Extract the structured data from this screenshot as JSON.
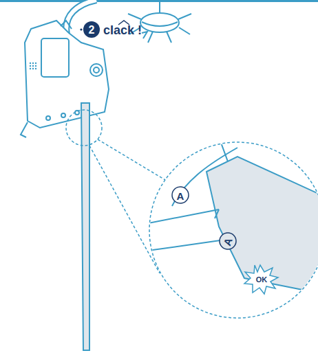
{
  "diagram": {
    "labels": [
      "2",
      "clack !",
      "A",
      "A",
      "OK"
    ]
  }
}
